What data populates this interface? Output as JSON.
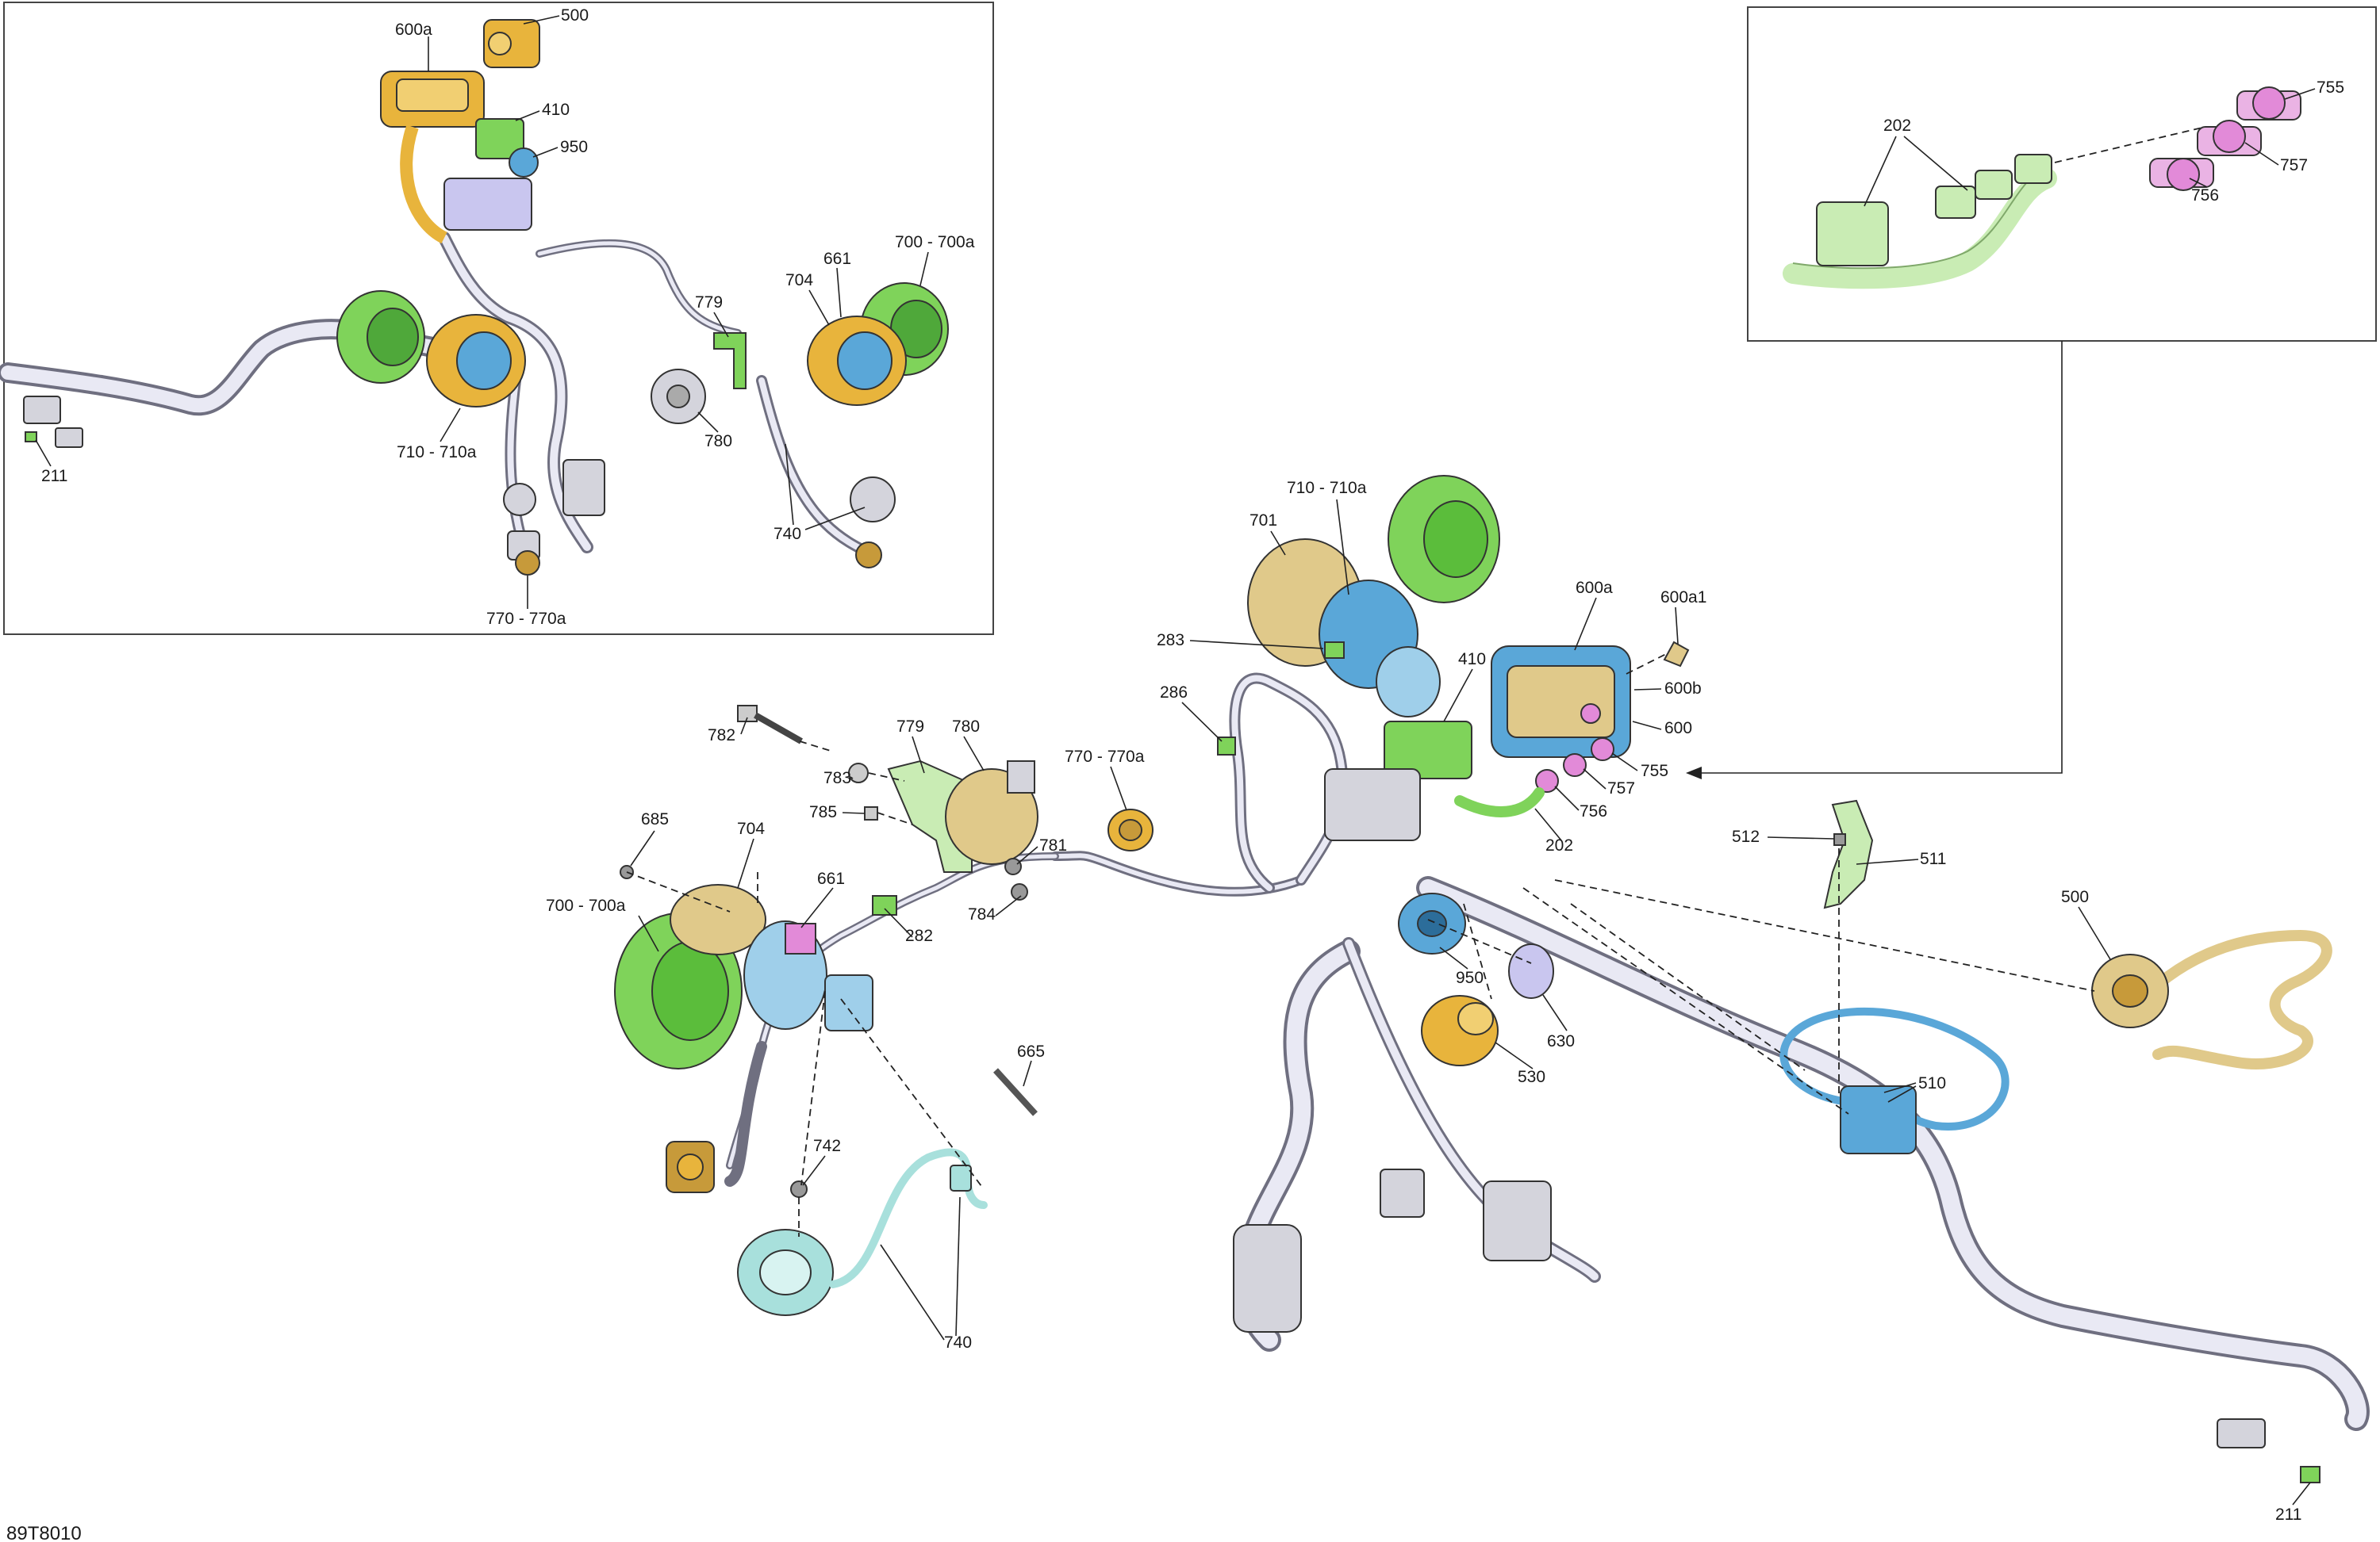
{
  "figure_code": "89T8010",
  "colors": {
    "green": "#7fd35a",
    "orange": "#e8b43c",
    "blue": "#5aa7d8",
    "pink": "#e28ad8",
    "tan": "#e0c98a",
    "lavender": "#c9c6ef",
    "teal": "#a8e0dc",
    "gray": "#d4d4dc",
    "light_green": "#c9ecb4"
  },
  "labels": {
    "inset_main": {
      "l600a": "600a",
      "l500": "500",
      "l410": "410",
      "l950": "950",
      "l779": "779",
      "l704": "704",
      "l661": "661",
      "l700": "700 - 700a",
      "l710": "710 - 710a",
      "l780": "780",
      "l740": "740",
      "l211": "211",
      "l770": "770 - 770a"
    },
    "inset_small": {
      "l202": "202",
      "l755": "755",
      "l757": "757",
      "l756": "756"
    },
    "main": {
      "l710": "710 - 710a",
      "l701": "701",
      "l600a": "600a",
      "l600a1": "600a1",
      "l283": "283",
      "l410": "410",
      "l600b": "600b",
      "l286": "286",
      "l600": "600",
      "l755": "755",
      "l757": "757",
      "l756": "756",
      "l782": "782",
      "l779": "779",
      "l780": "780",
      "l770": "770 - 770a",
      "l783": "783",
      "l202": "202",
      "l785": "785",
      "l685": "685",
      "l704": "704",
      "l781": "781",
      "l512": "512",
      "l511": "511",
      "l661": "661",
      "l700": "700 - 700a",
      "l784": "784",
      "l282": "282",
      "l500": "500",
      "l950": "950",
      "l630": "630",
      "l665": "665",
      "l530": "530",
      "l510": "510",
      "l742": "742",
      "l740": "740",
      "l211": "211"
    }
  }
}
